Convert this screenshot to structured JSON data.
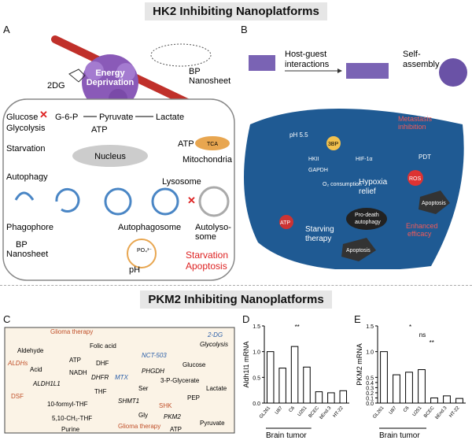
{
  "titles": {
    "top": "HK2 Inhibiting Nanoplatforms",
    "bottom": "PKM2 Inhibiting Nanoplatforms"
  },
  "panels": {
    "a": "A",
    "b": "B",
    "c": "C",
    "d": "D",
    "e": "E"
  },
  "panelA": {
    "energy": [
      "Energy",
      "Deprivation"
    ],
    "bp_nanosheet": [
      "BP",
      "Nanosheet"
    ],
    "drug": "2DG",
    "glucose": "Glucose",
    "g6p": "G-6-P",
    "pyruvate": "Pyruvate",
    "lactate": "Lactate",
    "glycolysis": "Glycolysis",
    "atp": "ATP",
    "starvation": "Starvation",
    "nucleus": "Nucleus",
    "autophagy": "Autophagy",
    "phagophore": "Phagophore",
    "lysosome": "Lysosome",
    "autophagosome": "Autophagosome",
    "autolysosome": [
      "Autolyso-",
      "some"
    ],
    "mitochondria": "Mitochondria",
    "tca": "TCA",
    "atp2": "ATP",
    "bp_nanosheet2": [
      "BP",
      "Nanosheet"
    ],
    "ph": "pH",
    "outcome": [
      "Starvation",
      "Apoptosis"
    ],
    "po4": "PO₄³⁻"
  },
  "panelB": {
    "hostguest": [
      "Host-guest",
      "interactions"
    ],
    "selfassembly": [
      "Self-",
      "assembly"
    ],
    "metastasis": [
      "Metastasis",
      "inhibition"
    ],
    "ph55": "pH 5.5",
    "bp3": "3BP",
    "hkii": "HKII",
    "gapdh": "GAPDH",
    "hif": "HIF-1α",
    "o2": "O₂ consumption",
    "hypoxia": [
      "Hypoxia",
      "relief"
    ],
    "pdt": "PDT",
    "ros": "ROS",
    "apoptosis1": "Apoptosis",
    "prodeath": [
      "Pro-death",
      "autophagy"
    ],
    "enhanced": [
      "Enhanced",
      "efficacy"
    ],
    "atp": "ATP",
    "starving": [
      "Starving",
      "therapy"
    ],
    "apoptosis2": "Apoptosis"
  },
  "panelC": {
    "glioma1": "Glioma therapy",
    "folic": "Folic acid",
    "aldehyde": "Aldehyde",
    "aldhs": "ALDHs",
    "acid": "Acid",
    "atp": "ATP",
    "nadh": "NADH",
    "dhf": "DHF",
    "dhfr": "DHFR",
    "mtx": "MTX",
    "aldh1l1": "ALDH1L1",
    "dsf": "DSF",
    "thf10": "10-formyl-THF",
    "thf": "THF",
    "nct": "NCT-503",
    "phgdh": "PHGDH",
    "ser": "Ser",
    "shmt1": "SHMT1",
    "gly": "Gly",
    "methylene": "5,10-CH₂-THF",
    "purine": "Purine",
    "dg": "2-DG",
    "glycolysis": "Glycolysis",
    "glucose": "Glucose",
    "pg3": "3-P-Glycerate",
    "pep": "PEP",
    "shk": "SHK",
    "pkm2": "PKM2",
    "glioma2": "Glioma therapy",
    "atp2": "ATP",
    "pyruvate": "Pyruvate",
    "lactate": "Lactate"
  },
  "chart_data": [
    {
      "type": "bar",
      "ylabel": "Aldh1l1 mRNA",
      "ylim": [
        0,
        1.5
      ],
      "yticks": [
        0.0,
        0.5,
        1.0,
        1.5
      ],
      "categories": [
        "GL261",
        "U87",
        "C6",
        "U251",
        "BCEC",
        "bEnd.3",
        "HT-22"
      ],
      "values": [
        1.0,
        0.68,
        1.1,
        0.7,
        0.22,
        0.2,
        0.24
      ],
      "groups": [
        {
          "label": "Brain tumor",
          "from": 0,
          "to": 3
        }
      ],
      "significance": "**"
    },
    {
      "type": "bar",
      "ylabel": "PKM2 mRNA",
      "ylim": [
        0,
        1.5
      ],
      "yticks": [
        0.0,
        0.1,
        0.2,
        0.3,
        0.4,
        0.5,
        1.0,
        1.5
      ],
      "categories": [
        "GL261",
        "U87",
        "C6",
        "U251",
        "BCEC",
        "bEnd.3",
        "HT-22"
      ],
      "values": [
        1.0,
        0.55,
        0.6,
        0.65,
        0.1,
        0.14,
        0.09
      ],
      "groups": [
        {
          "label": "Brain tumor",
          "from": 0,
          "to": 3
        }
      ],
      "significance": [
        "*",
        "ns",
        "**"
      ]
    }
  ]
}
